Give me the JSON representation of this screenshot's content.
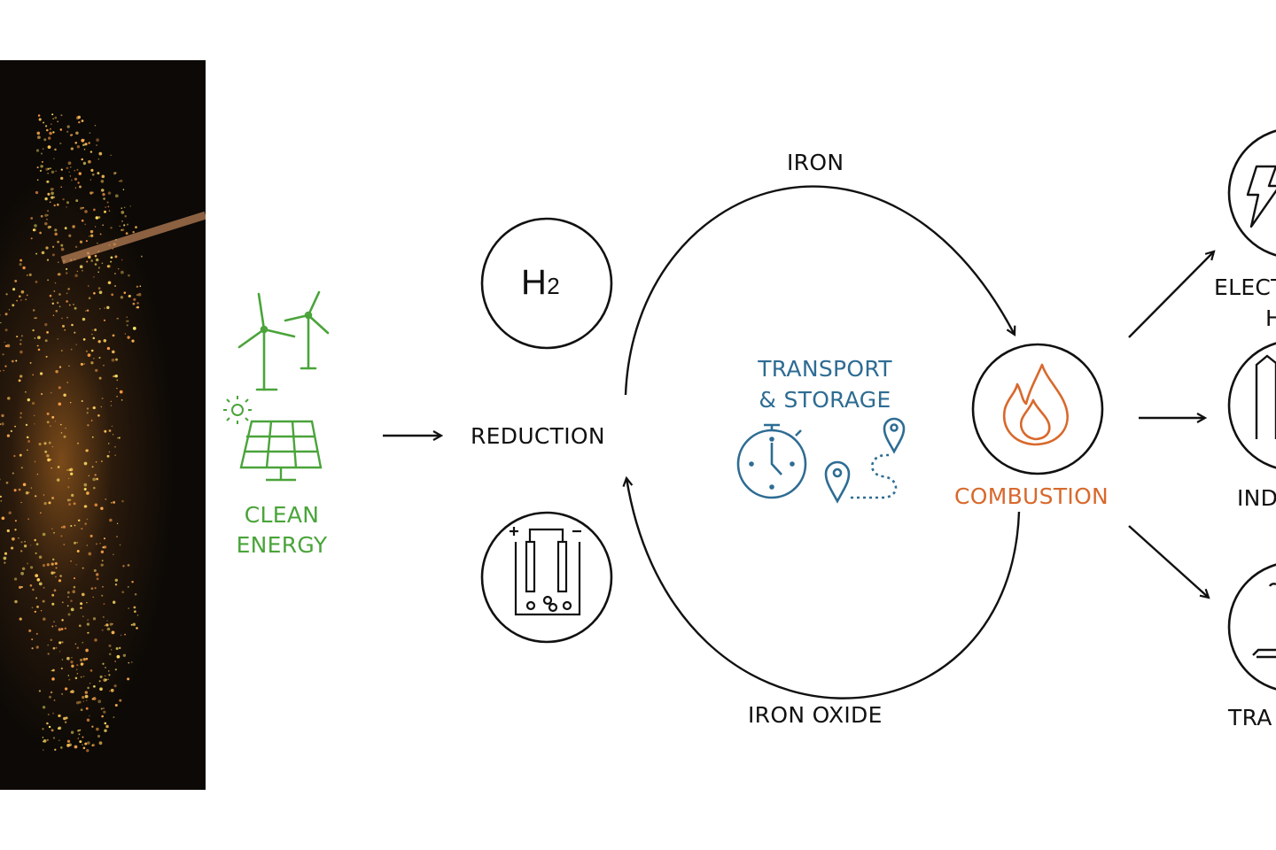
{
  "clean_energy": {
    "line1": "CLEAN",
    "line2": "ENERGY"
  },
  "reduction": {
    "label": "REDUCTION",
    "h2_text": "H",
    "h2_subscript": "2"
  },
  "cycle": {
    "top_label": "IRON",
    "bottom_label": "IRON OXIDE"
  },
  "transport": {
    "line1": "TRANSPORT",
    "line2": "& STORAGE"
  },
  "combustion": {
    "label": "COMBUSTION"
  },
  "outputs": {
    "electricity_line1": "ELECT",
    "electricity_line2": "H",
    "industry": "IND",
    "transport": "TRA"
  },
  "colors": {
    "clean_energy": "#4aa43a",
    "transport": "#2e6c93",
    "combustion": "#d8692c",
    "stroke": "#111111"
  },
  "icons": [
    "wind-turbine-icon",
    "solar-panel-icon",
    "sun-icon",
    "hydrogen-icon",
    "electrolysis-icon",
    "stopwatch-icon",
    "route-icon",
    "flame-icon",
    "lightning-icon",
    "factory-icon",
    "ship-icon"
  ]
}
